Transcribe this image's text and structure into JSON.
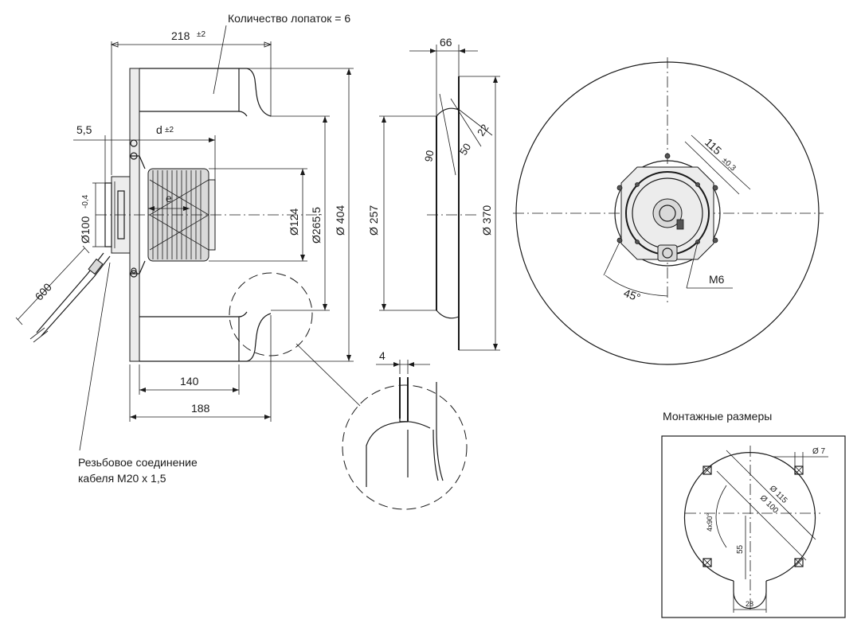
{
  "labels": {
    "blade_count": "Количество лопаток = 6",
    "cable_gland_line1": "Резьбовое соединение",
    "cable_gland_line2": "кабеля М20 х 1,5",
    "mounting_title": "Монтажные размеры"
  },
  "dimensions": {
    "d218": "218",
    "d218_tol": "±2",
    "d5_5": "5,5",
    "d_d": "d",
    "d_d_tol": "±2",
    "d_e": "e",
    "d100": "Ø100",
    "d100_tol": "-0,4",
    "d600": "600",
    "d124": "Ø124",
    "d265_5": "Ø265,5",
    "d404": "Ø 404",
    "d140": "140",
    "d188": "188",
    "d66": "66",
    "d90": "90",
    "d50": "50",
    "d22": "22",
    "d257": "Ø 257",
    "d370": "Ø 370",
    "d4": "4",
    "d115": "115",
    "d115_tol": "±0,3",
    "d45deg": "45°",
    "dM6": "M6",
    "m_d7": "Ø 7",
    "m_d115": "Ø 115",
    "m_d100": "Ø 100",
    "m_4x90": "4x90°",
    "m_55": "55",
    "m_28": "28"
  }
}
